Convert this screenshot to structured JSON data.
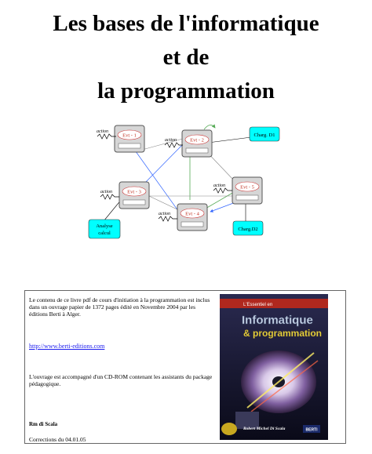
{
  "title": {
    "line1": "Les bases de l'informatique",
    "line2": "et de",
    "line3": "la  programmation"
  },
  "diagram": {
    "nodes": [
      "Evt - 1",
      "Evt - 2",
      "Evt - 3",
      "Evt - 4",
      "Evt - 5"
    ],
    "action_label": "action",
    "targets": [
      "Charg. D1",
      "Charg.D2",
      "Analyse",
      "calcul"
    ],
    "colors": {
      "node_border": "#555555",
      "node_fill": "#d6d6d6",
      "target": "#00ffff",
      "arrow_green": "#55aa55",
      "arrow_blue": "#3366ff"
    }
  },
  "info": {
    "paragraph1": "Le contenu de ce livre pdf de cours d'initiation à la programmation est inclus dans un ouvrage papier de 1372 pages édité en Novembre 2004 par les éditions Berti à Alger.",
    "link": "http://www.berti-editions.com",
    "paragraph2": "L'ouvrage est accompagné d'un CD-ROM contenant les assistants du package pédagogique.",
    "author": "Rm di Scala",
    "corrections": "Corrections du 04.01.05"
  },
  "cover": {
    "series": "L'Essentiel en",
    "title1": "Informatique",
    "title2": "& programmation",
    "author": "Robert Michel Di Scala",
    "publisher": "BERTI",
    "colors": {
      "band": "#b0281e",
      "title1": "#c8d4e8",
      "title2": "#e8d840"
    }
  }
}
